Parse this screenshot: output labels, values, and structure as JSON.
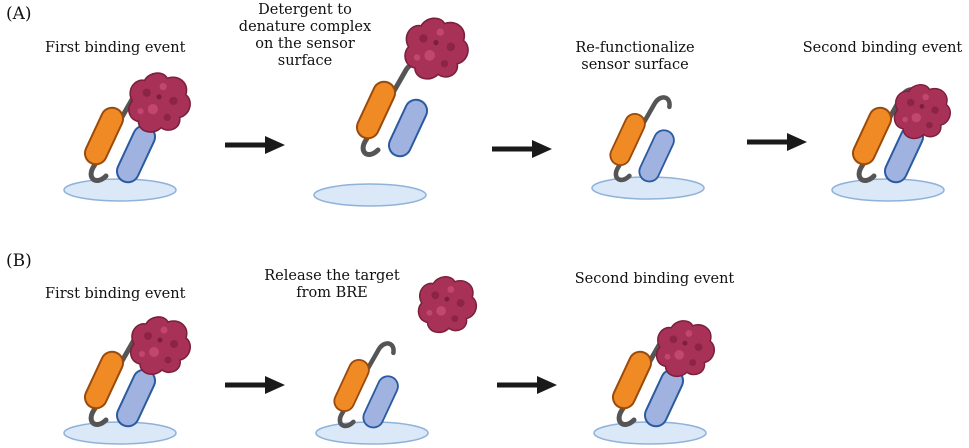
{
  "panels": [
    {
      "label": "(A)",
      "steps": [
        {
          "caption": [
            "First binding event"
          ]
        },
        {
          "caption": [
            "Detergent to",
            "denature complex",
            "on the sensor",
            "surface"
          ]
        },
        {
          "caption": [
            "Re-functionalize",
            "sensor surface"
          ]
        },
        {
          "caption": [
            "Second binding event"
          ]
        }
      ]
    },
    {
      "label": "(B)",
      "steps": [
        {
          "caption": [
            "First binding event"
          ]
        },
        {
          "caption": [
            "Release the target",
            "from BRE"
          ]
        },
        {
          "caption": [
            "Second binding event"
          ]
        }
      ]
    }
  ],
  "colors": {
    "orange_domain": "#f08a24",
    "blue_domain": "#9fb2e0",
    "target_protein": "#a83158",
    "surface": "#dbe8f7",
    "arrow": "#1a1a1a",
    "linker": "#555555"
  },
  "icons": [
    "receptor-bre-icon",
    "target-protein-icon",
    "sensor-surface-icon",
    "arrow-right-icon"
  ]
}
